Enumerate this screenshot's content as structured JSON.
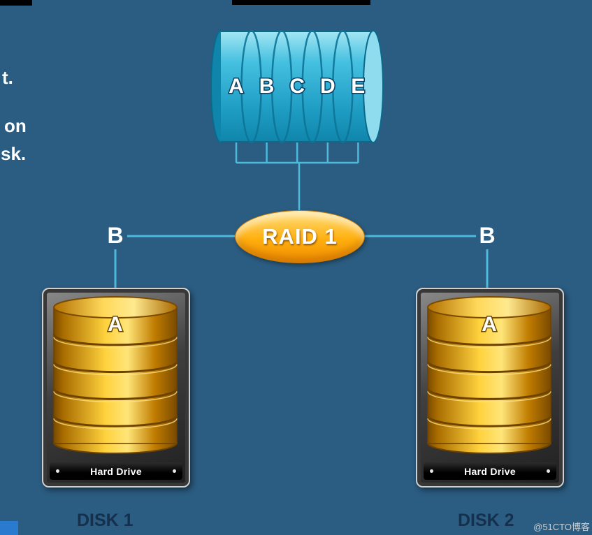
{
  "left_text_fragments": [
    "t.",
    "on",
    "sk."
  ],
  "top_disk": {
    "letters": [
      "A",
      "B",
      "C",
      "D",
      "E"
    ]
  },
  "raid": {
    "label": "RAID 1"
  },
  "branches": {
    "left_label": "B",
    "right_label": "B"
  },
  "disks": [
    {
      "platter_letter": "A",
      "drive_label": "Hard Drive",
      "caption": "DISK 1"
    },
    {
      "platter_letter": "A",
      "drive_label": "Hard Drive",
      "caption": "DISK 2"
    }
  ],
  "watermark": {
    "text": "@51CTO博客"
  },
  "colors": {
    "background": "#2b5c81",
    "cylinder_cyan": "#35b9dc",
    "platter_gold": "#ffd23e",
    "raid_orange": "#ffaf0e",
    "connector_line": "#4cbadb"
  }
}
